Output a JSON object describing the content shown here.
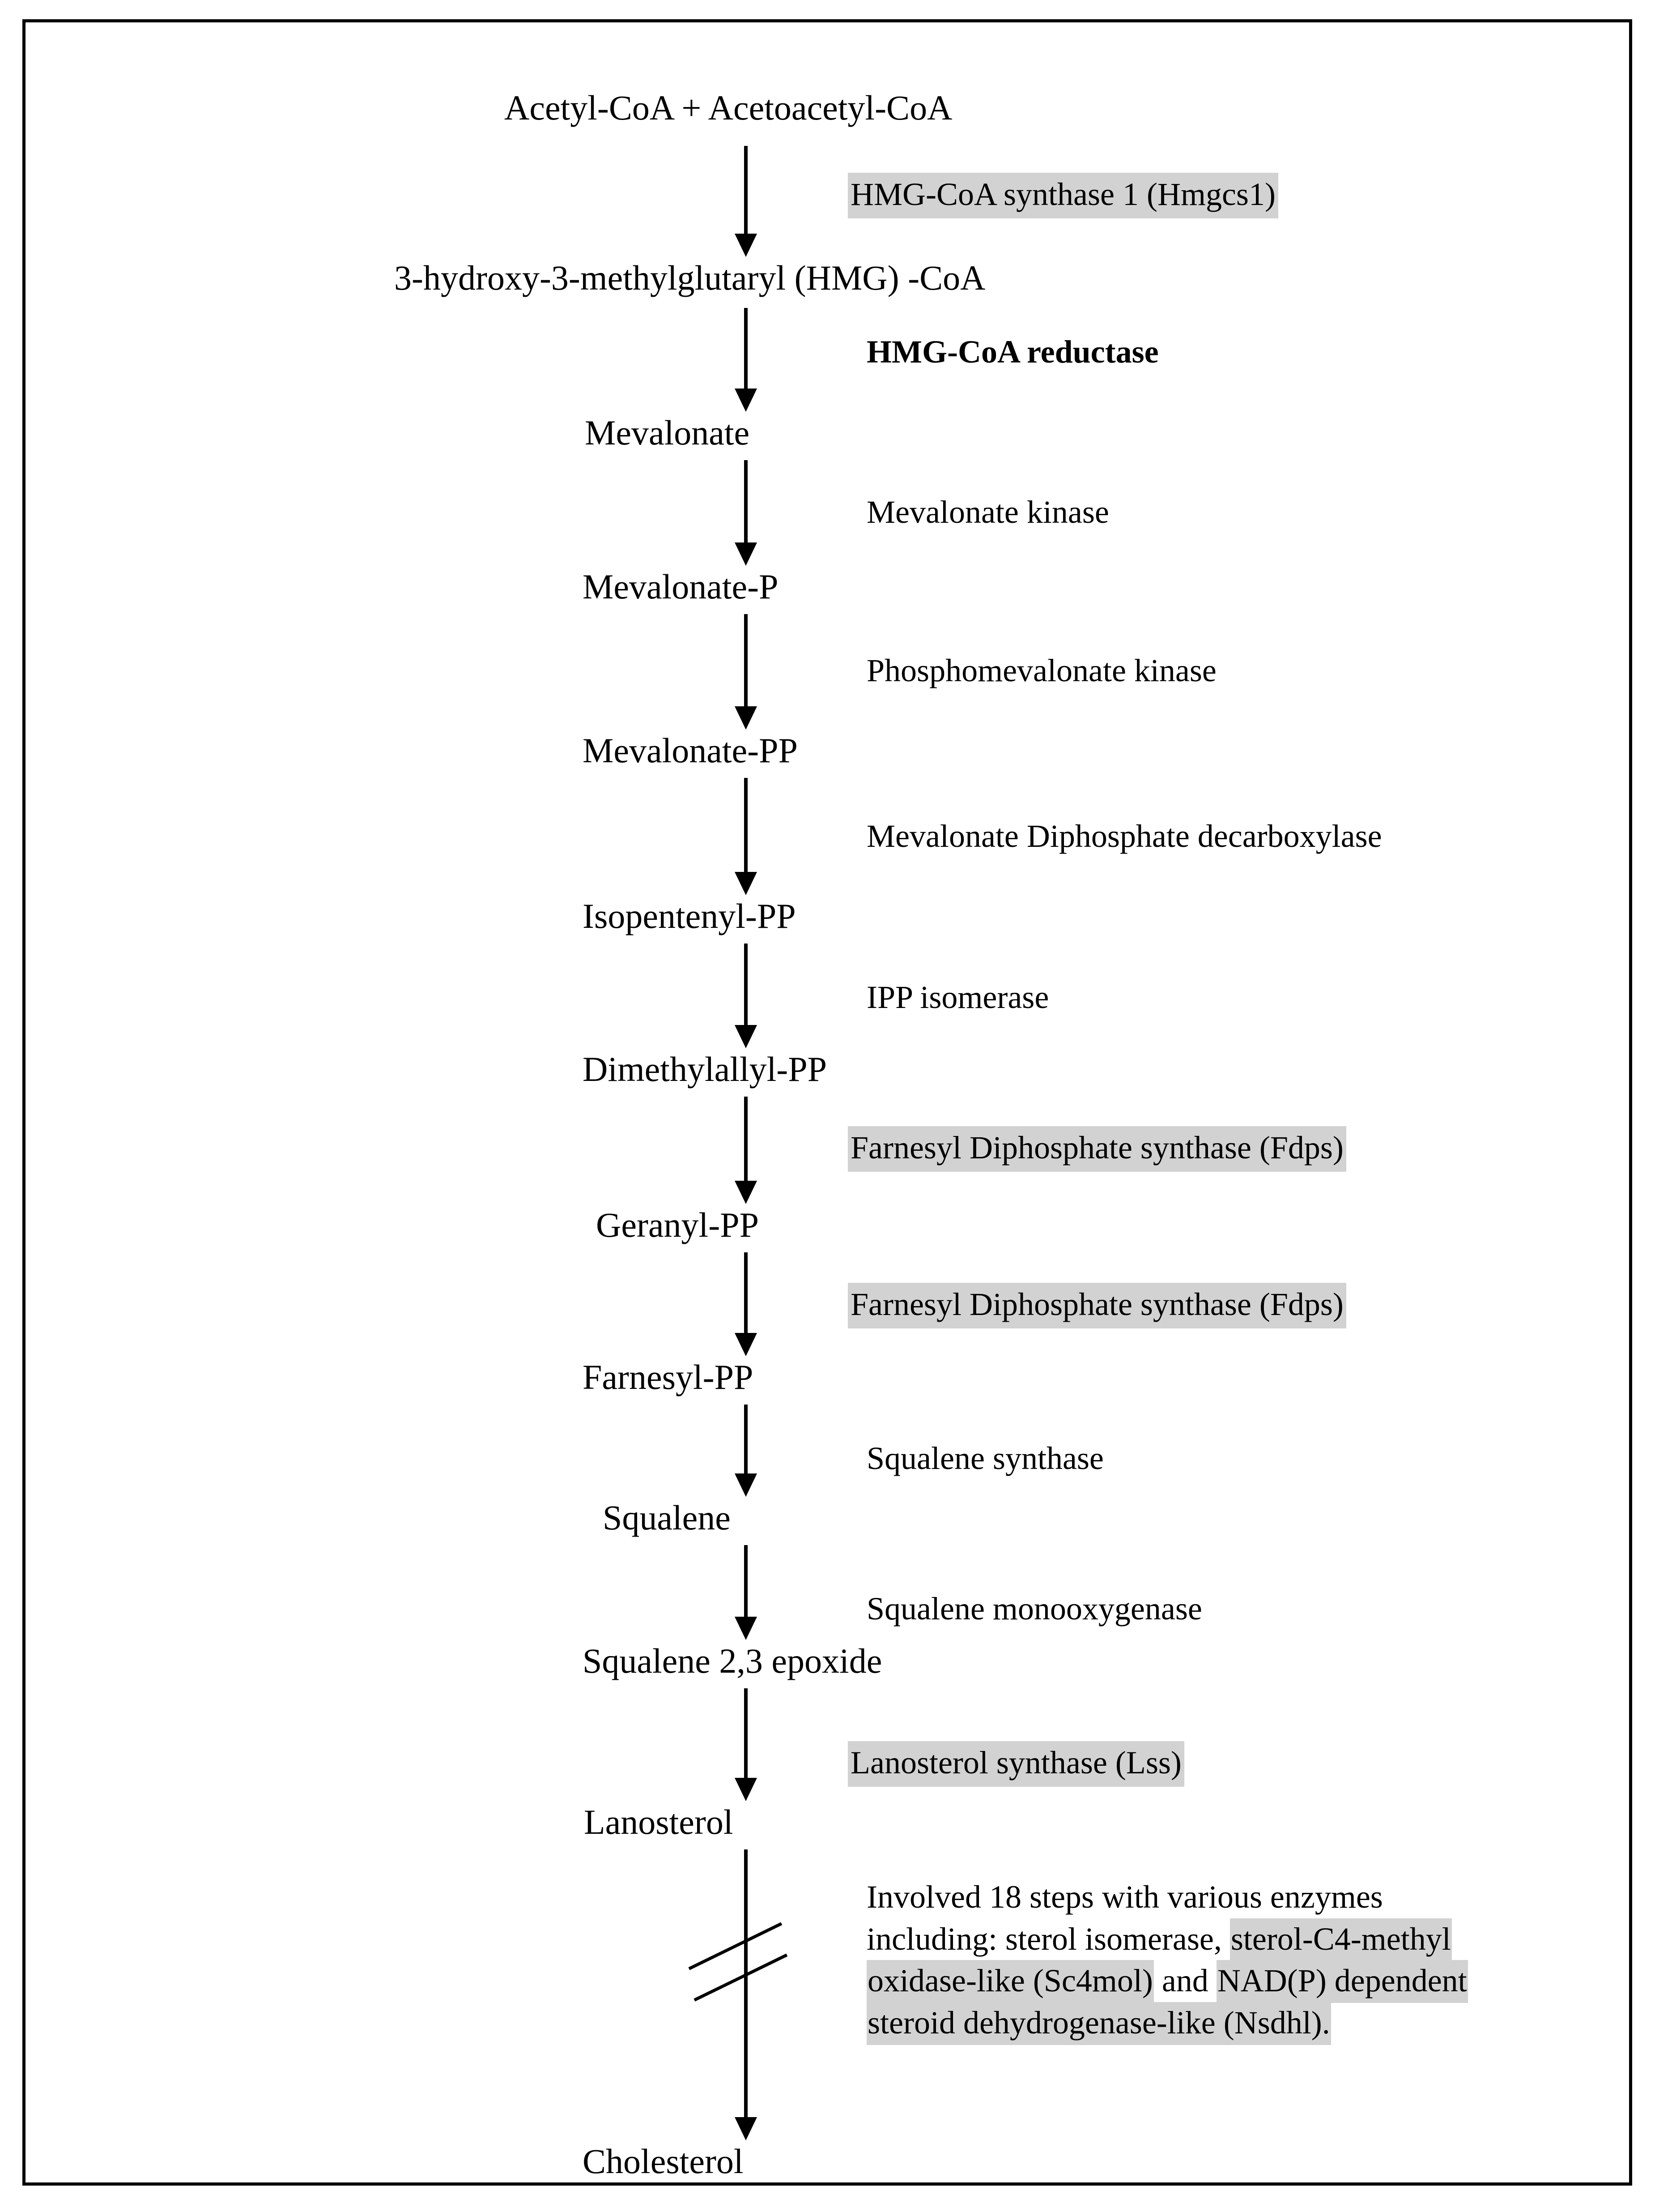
{
  "diagram": {
    "title": "Cholesterol biosynthesis (mevalonate) pathway",
    "highlight_color": "#d2d2d2",
    "border_color": "#000000",
    "background_color": "#ffffff"
  },
  "nodes": [
    {
      "id": "acetyl",
      "label": "Acetyl-CoA +  Acetoacetyl-CoA"
    },
    {
      "id": "hmgcoa",
      "label": "3-hydroxy-3-methylglutaryl (HMG) -CoA"
    },
    {
      "id": "mevalonate",
      "label": "Mevalonate"
    },
    {
      "id": "mevalonate_p",
      "label": "Mevalonate-P"
    },
    {
      "id": "mevalonate_pp",
      "label": "Mevalonate-PP"
    },
    {
      "id": "isopentenyl_pp",
      "label": "Isopentenyl-PP"
    },
    {
      "id": "dimethylallyl_pp",
      "label": "Dimethylallyl-PP"
    },
    {
      "id": "geranyl_pp",
      "label": "Geranyl-PP"
    },
    {
      "id": "farnesyl_pp",
      "label": "Farnesyl-PP"
    },
    {
      "id": "squalene",
      "label": "Squalene"
    },
    {
      "id": "squalene_epoxide",
      "label": "Squalene 2,3 epoxide"
    },
    {
      "id": "lanosterol",
      "label": "Lanosterol"
    },
    {
      "id": "cholesterol",
      "label": "Cholesterol"
    }
  ],
  "enzymes": [
    {
      "id": "hmgcs1",
      "label": "HMG-CoA synthase 1 (Hmgcs1)",
      "highlighted": true,
      "bold": false
    },
    {
      "id": "hmgcr",
      "label": "HMG-CoA reductase",
      "highlighted": false,
      "bold": true
    },
    {
      "id": "mvk",
      "label": "Mevalonate kinase",
      "highlighted": false,
      "bold": false
    },
    {
      "id": "pmvk",
      "label": "Phosphomevalonate kinase",
      "highlighted": false,
      "bold": false
    },
    {
      "id": "mvd",
      "label": "Mevalonate Diphosphate decarboxylase",
      "highlighted": false,
      "bold": false
    },
    {
      "id": "ippi",
      "label": "IPP isomerase",
      "highlighted": false,
      "bold": false
    },
    {
      "id": "fdps1",
      "label": "Farnesyl Diphosphate synthase (Fdps)",
      "highlighted": true,
      "bold": false
    },
    {
      "id": "fdps2",
      "label": "Farnesyl Diphosphate synthase (Fdps)",
      "highlighted": true,
      "bold": false
    },
    {
      "id": "sqs",
      "label": "Squalene synthase",
      "highlighted": false,
      "bold": false
    },
    {
      "id": "sqle",
      "label": "Squalene monooxygenase",
      "highlighted": false,
      "bold": false
    },
    {
      "id": "lss",
      "label": "Lanosterol synthase (Lss)",
      "highlighted": true,
      "bold": false
    }
  ],
  "final_note": {
    "lines": [
      [
        {
          "text": "Involved 18 steps with various enzymes",
          "highlighted": false
        }
      ],
      [
        {
          "text": "including: sterol isomerase, ",
          "highlighted": false
        },
        {
          "text": "sterol-C4-methyl",
          "highlighted": true
        }
      ],
      [
        {
          "text": "oxidase-like (Sc4mol)",
          "highlighted": true
        },
        {
          "text": " and ",
          "highlighted": false
        },
        {
          "text": "NAD(P) dependent",
          "highlighted": true
        }
      ],
      [
        {
          "text": "steroid dehydrogenase-like (Nsdhl).",
          "highlighted": true
        }
      ]
    ]
  }
}
